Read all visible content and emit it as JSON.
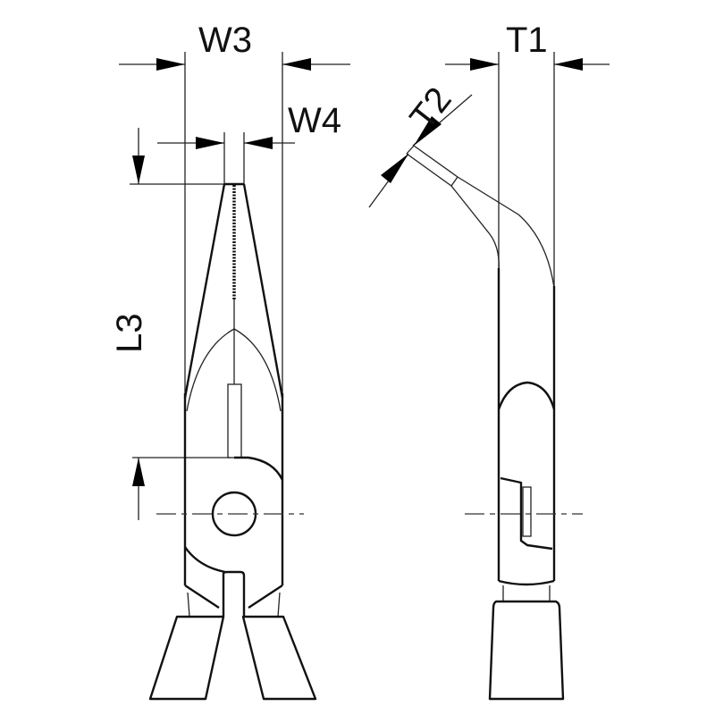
{
  "diagram": {
    "front_view": {
      "dimensions": {
        "w3": "W3",
        "w4": "W4",
        "l3": "L3"
      }
    },
    "side_view": {
      "dimensions": {
        "t1": "T1",
        "t2": "T2"
      }
    },
    "colors": {
      "line": "#111111",
      "background": "#ffffff"
    }
  }
}
